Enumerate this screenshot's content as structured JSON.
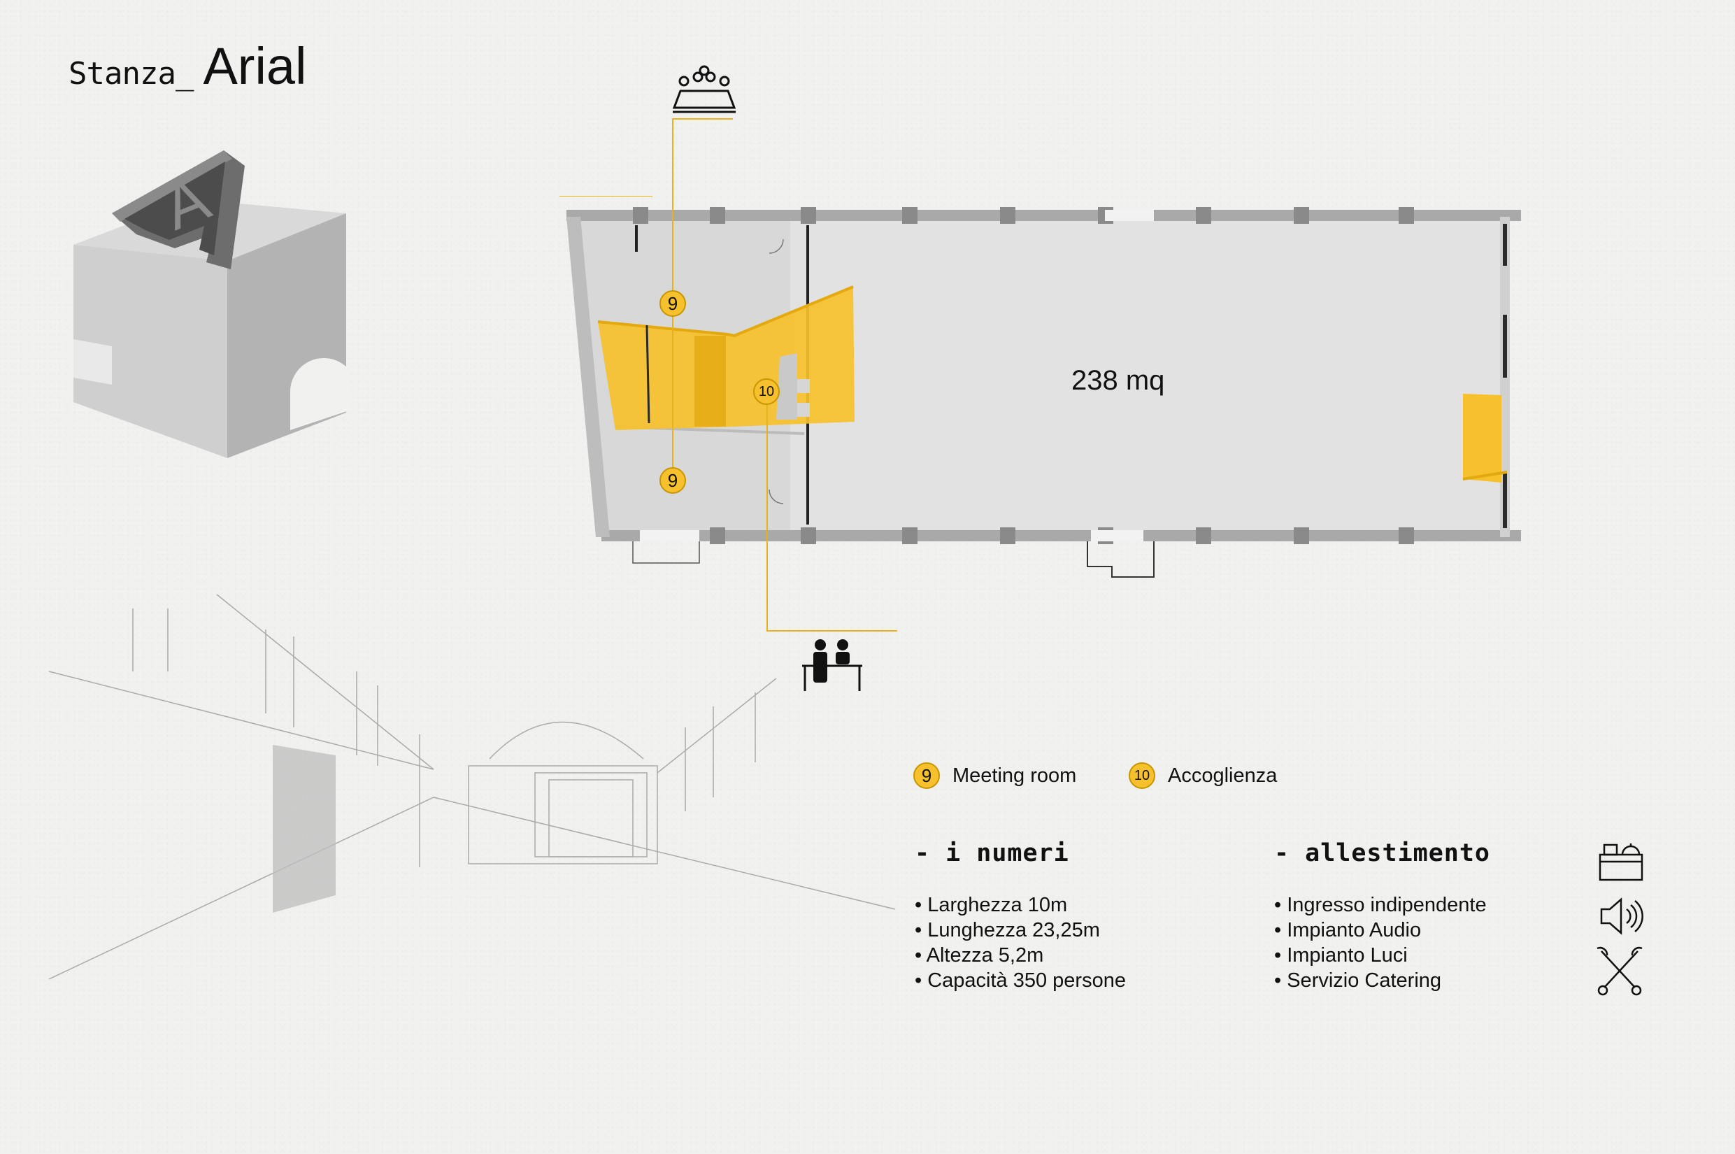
{
  "header": {
    "prefix": "Stanza_",
    "room_name": "Arial"
  },
  "logo": {
    "letter": "A"
  },
  "plan": {
    "area": "238 mq",
    "markers": [
      {
        "id": "upper-meeting",
        "label": "9"
      },
      {
        "id": "lower-meeting",
        "label": "9"
      },
      {
        "id": "reception",
        "label": "10"
      }
    ]
  },
  "legend": [
    {
      "badge": "9",
      "label": "Meeting room"
    },
    {
      "badge": "10",
      "label": "Accoglienza"
    }
  ],
  "numbers": {
    "heading": "- i numeri",
    "items": [
      "Larghezza 10m",
      "Lunghezza 23,25m",
      "Altezza 5,2m",
      "Capacità 350 persone"
    ]
  },
  "setup": {
    "heading": "- allestimento",
    "items": [
      "Ingresso indipendente",
      "Impianto Audio",
      "Impianto Luci",
      "Servizio Catering"
    ]
  },
  "icons": {
    "top": "conference-table-icon",
    "bottom": "reception-desk-icon",
    "side": [
      "catering-icon",
      "speaker-icon",
      "spotlights-icon"
    ]
  },
  "colors": {
    "accent": "#f6c12c",
    "accent_line": "#e8b21a",
    "wall": "#a9a9a9",
    "floor": "#e4e4e4"
  }
}
